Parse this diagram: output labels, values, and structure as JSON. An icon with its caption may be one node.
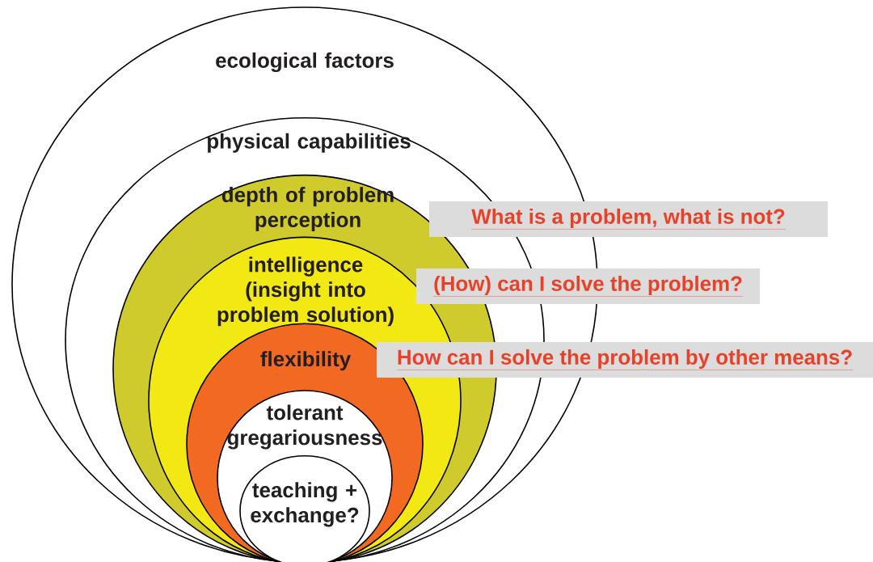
{
  "diagram": {
    "nodes": [
      {
        "text": [
          "ecological factors"
        ]
      },
      {
        "text": [
          "physical capabilities"
        ],
        "in": 0
      },
      {
        "text": [
          "depth of problem perception"
        ],
        "in": 1
      },
      {
        "text": [
          "intelligence (insight into problem solution)"
        ],
        "in": 2
      },
      {
        "text": [
          "flexibility"
        ],
        "in": 3
      },
      {
        "text": [
          "tolerant gregariousness"
        ],
        "in": 4
      },
      {
        "text": [
          "teaching + exchange?"
        ],
        "in": 5
      },
      {
        "text": [
          "What is a problem, what is not?"
        ]
      },
      {
        "text": [
          "(How) can I solve the problem?"
        ]
      },
      {
        "text": [
          "How can I solve the problem by other means?"
        ]
      }
    ]
  }
}
